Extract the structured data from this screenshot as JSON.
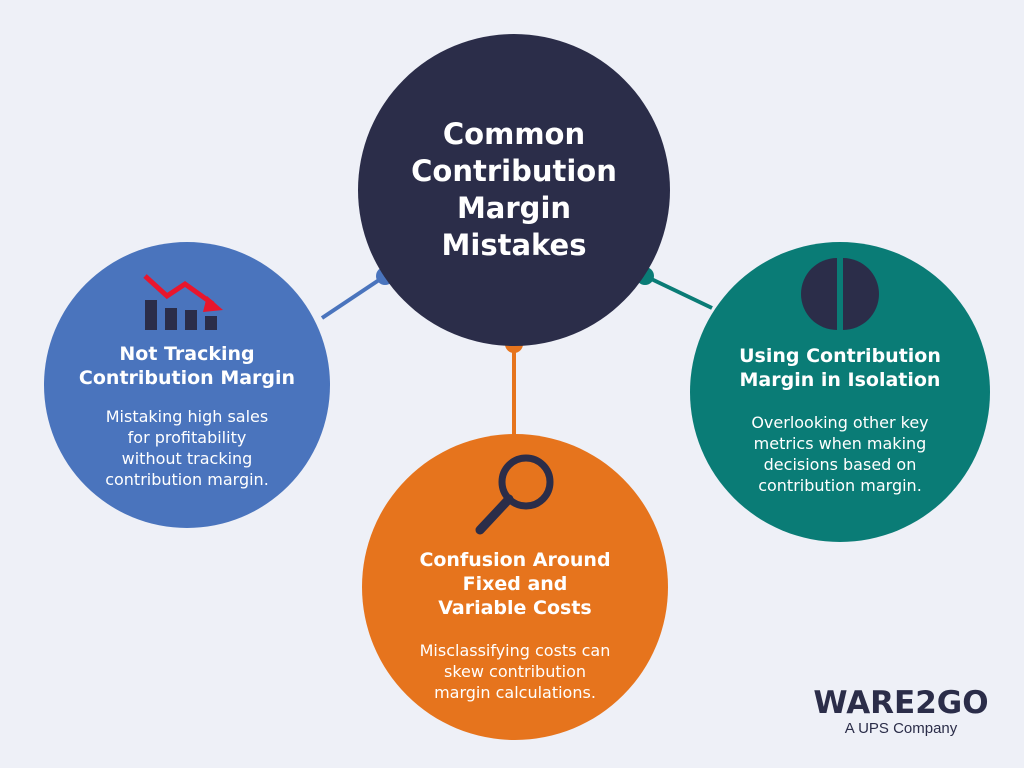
{
  "colors": {
    "background": "#eef0f7",
    "center": "#2b2d49",
    "blue": "#4a74bd",
    "teal": "#0a7c76",
    "orange": "#e6741d"
  },
  "center": {
    "title": "Common\nContribution\nMargin Mistakes"
  },
  "mistakes": [
    {
      "title": "Not Tracking\nContribution Margin",
      "description": "Mistaking high sales\nfor profitability\nwithout tracking\ncontribution margin.",
      "icon": "declining-bar-chart-icon"
    },
    {
      "title": "Using Contribution\nMargin in Isolation",
      "description": "Overlooking other key\nmetrics when making\ndecisions based on\ncontribution margin.",
      "icon": "split-circle-icon"
    },
    {
      "title": "Confusion Around\nFixed and\nVariable Costs",
      "description": "Misclassifying costs can\nskew contribution\nmargin calculations.",
      "icon": "magnifying-glass-icon"
    }
  ],
  "brand": {
    "name": "WARE2GO",
    "tagline": "A UPS Company"
  }
}
